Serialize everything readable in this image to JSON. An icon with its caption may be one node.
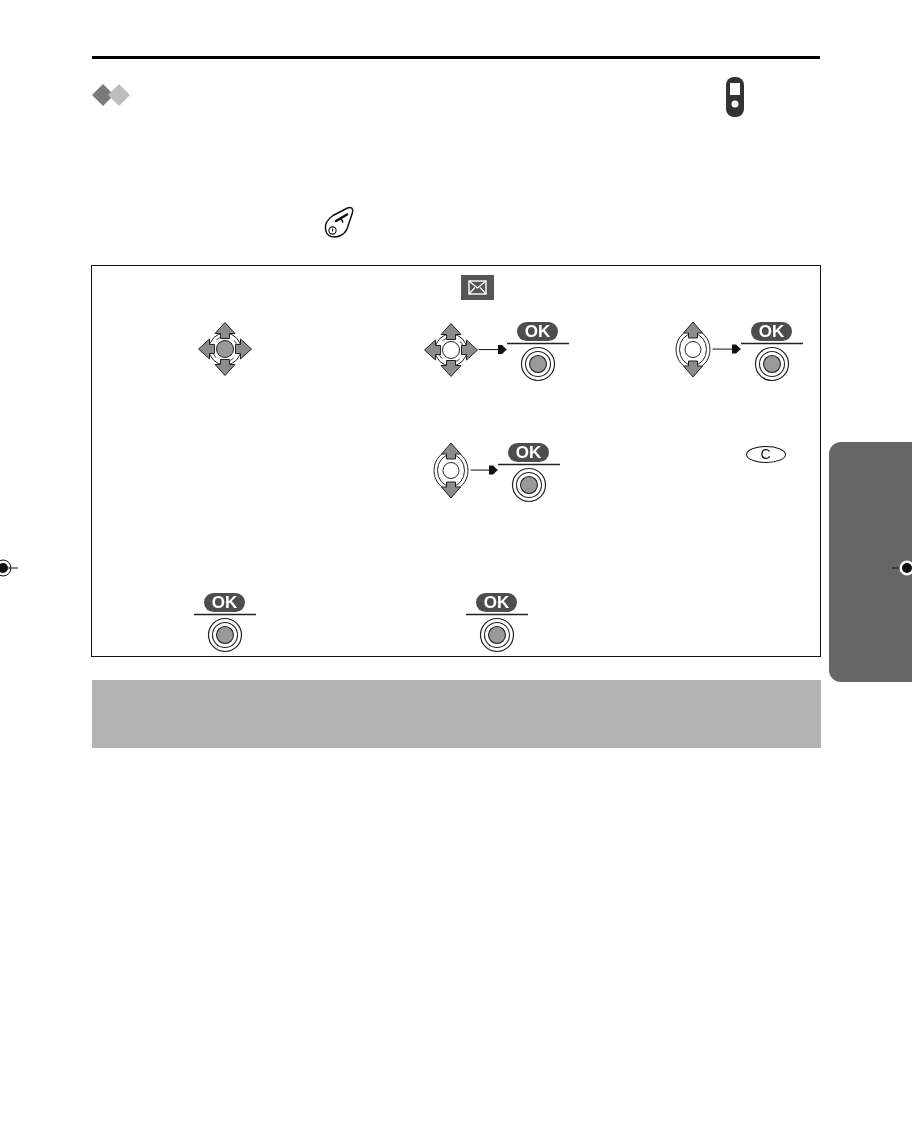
{
  "diagram": {
    "nodes": [
      {
        "text": [],
        "shape": "box"
      },
      {
        "text": [],
        "shape": "picture",
        "in": 0
      },
      {
        "text": [
          "OK"
        ],
        "in": 0
      },
      {
        "text": [],
        "shape": "picture",
        "in": 0
      },
      {
        "text": [
          "OK"
        ],
        "in": 0
      },
      {
        "text": [],
        "shape": "picture",
        "in": 0
      },
      {
        "text": [
          "OK"
        ],
        "in": 0
      },
      {
        "text": [
          "C"
        ],
        "in": 0
      },
      {
        "text": [
          "OK"
        ],
        "in": 0
      },
      {
        "text": [
          "OK"
        ],
        "in": 0
      },
      {
        "text": [],
        "shape": "box"
      }
    ],
    "edges": [
      {
        "from": 1,
        "to": 2,
        "arrow": "to"
      },
      {
        "from": 3,
        "to": 4,
        "arrow": "to"
      },
      {
        "from": 5,
        "to": 6,
        "arrow": "to"
      }
    ]
  }
}
